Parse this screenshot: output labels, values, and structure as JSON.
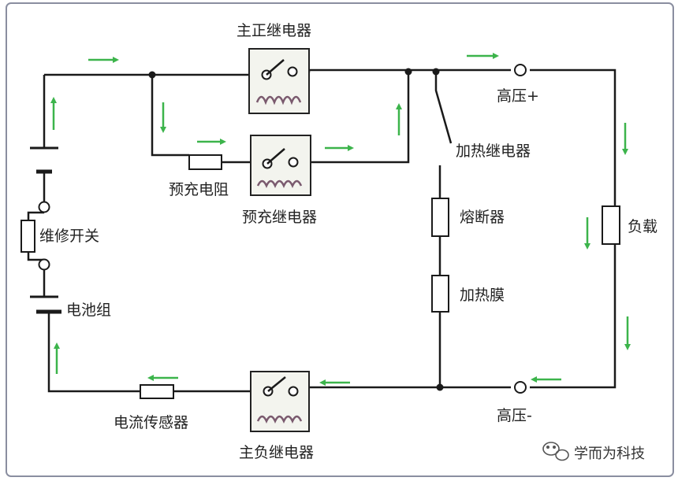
{
  "labels": {
    "main_positive_relay": "主正继电器",
    "precharge_resistor": "预充电阻",
    "precharge_relay": "预充继电器",
    "heating_relay": "加热继电器",
    "fuse": "熔断器",
    "heating_film": "加热膜",
    "hv_positive": "高压+",
    "hv_negative": "高压-",
    "load": "负载",
    "service_switch": "维修开关",
    "battery_pack": "电池组",
    "current_sensor": "电流传感器",
    "main_negative_relay": "主负继电器"
  },
  "watermark": {
    "text": "学而为科技",
    "icon": "wechat-icon"
  },
  "colors": {
    "wire": "#1a1a1a",
    "arrow": "#3cb44b",
    "coil": "#7a5a6e",
    "relay_fill": "#f3f4ee",
    "border": "#8a8ea0"
  }
}
